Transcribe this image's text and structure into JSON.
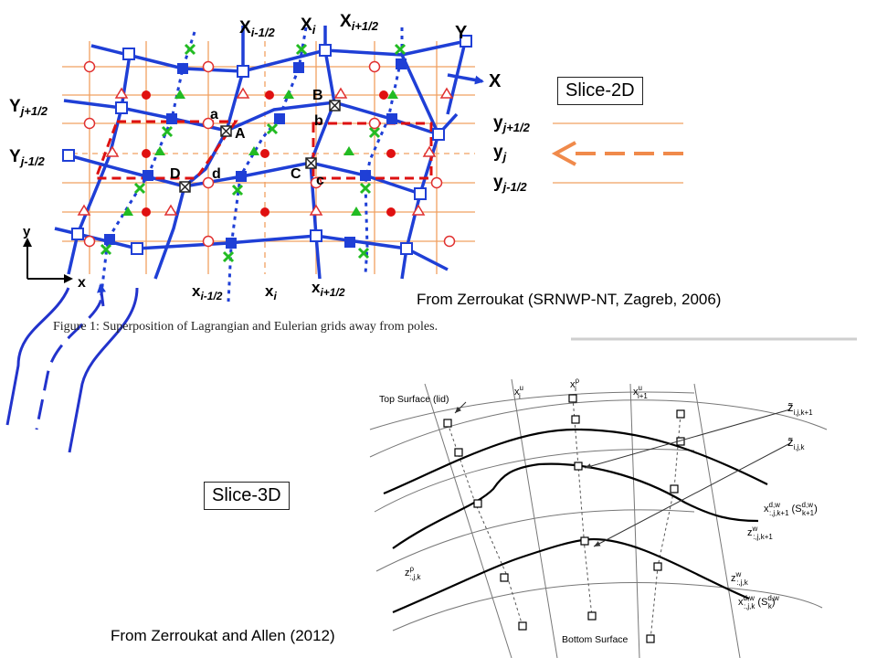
{
  "slice2d": {
    "label": "Slice-2D"
  },
  "slice3d": {
    "label": "Slice-3D"
  },
  "caption_top": "From Zerroukat (SRNWP-NT, Zagreb, 2006)",
  "caption_bottom": "From Zerroukat  and Allen (2012)",
  "figure1_caption": "Figure 1: Superposition of Lagrangian and Eulerian grids away from poles.",
  "grid2d": {
    "axis_Y": "Y",
    "axis_X": "X",
    "top_labels": [
      {
        "base": "X",
        "sub": "i-1/2"
      },
      {
        "base": "X",
        "sub": "i"
      },
      {
        "base": "X",
        "sub": "i+1/2"
      }
    ],
    "left_labels": [
      {
        "base": "Y",
        "sub": "j+1/2"
      },
      {
        "base": "Y",
        "sub": "j-1/2"
      }
    ],
    "right_labels": [
      {
        "base": "y",
        "sub": "j+1/2"
      },
      {
        "base": "y",
        "sub": "j"
      },
      {
        "base": "y",
        "sub": "j-1/2"
      }
    ],
    "bottom_labels": [
      {
        "base": "x",
        "sub": "i-1/2"
      },
      {
        "base": "x",
        "sub": "i"
      },
      {
        "base": "x",
        "sub": "i+1/2"
      }
    ],
    "points": [
      "a",
      "A",
      "B",
      "b",
      "C",
      "c",
      "D",
      "d"
    ],
    "small_axis_y": "y",
    "small_axis_x": "x"
  },
  "grid3d": {
    "top_surface": "Top Surface (lid)",
    "bottom_surface": "Bottom Surface",
    "xu_i": {
      "base": "x",
      "sup": "u",
      "sub": "i"
    },
    "xrho_i": {
      "base": "x",
      "sup": "ρ",
      "sub": "i"
    },
    "xu_i1": {
      "base": "x",
      "sup": "u",
      "sub": "i+1"
    },
    "z_tilde_k1": {
      "base": "z̃",
      "sub": "i,j,k+1"
    },
    "z_tilde_k": {
      "base": "z̃",
      "sub": "i,j,k"
    },
    "xdw_k1": {
      "base": "x",
      "sup": "d,w",
      "sub": ":,j,k+1",
      "extra": "(S",
      "extra_sup": "d,w",
      "extra_sub": "k+1",
      "close": ")"
    },
    "zw_k1": {
      "base": "z",
      "sup": "w",
      "sub": ":,j,k+1"
    },
    "zrho_k": {
      "base": "z",
      "sup": "ρ",
      "sub": ":,j,k"
    },
    "zw_k": {
      "base": "z",
      "sup": "w",
      "sub": ":,j,k"
    },
    "xdw_k": {
      "base": "x",
      "sup": "d,w",
      "sub": ":,j,k",
      "extra": "(S",
      "extra_sup": "d,w",
      "extra_sub": "k",
      "close": ")"
    }
  },
  "colors": {
    "lagrangian": "#1f3fd6",
    "eulerian": "#f0a060",
    "dashed_box": "#dd1111",
    "green": "#22bb22",
    "arrow_orange": "#f08a4b"
  }
}
